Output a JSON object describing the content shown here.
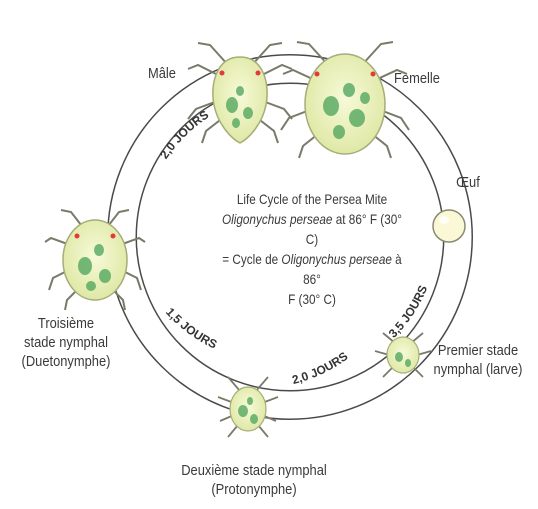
{
  "title": "Life Cycle of the Persea Mite",
  "center": {
    "line2_species": "Oligonychus perseae",
    "line2_rest": " at 86° F (30° C)",
    "line3_start": "= Cycle de ",
    "line3_species": "Oligonychus perseae",
    "line3_rest": " à 86°",
    "line4": "F (30° C)"
  },
  "stages": {
    "male": "Mâle",
    "female": "Femelle",
    "egg": "Œuf",
    "first_nymph_line1": "Premier stade",
    "first_nymph_line2": "nymphal (larve)",
    "second_nymph_line1": "Deuxième stade nymphal",
    "second_nymph_line2": "(Protonymphe)",
    "third_nymph_line1": "Troisième",
    "third_nymph_line2": "stade nymphal",
    "third_nymph_line3": "(Duetonymphe)"
  },
  "durations": {
    "adult": "2,0 JOURS",
    "egg_to_larva": "3,5 JOURS",
    "larva_to_protonymph": "2,0 JOURS",
    "protonymph_to_deutonymph": "1,5 JOURS"
  },
  "colors": {
    "ring": "#ffffff",
    "ring_outline": "#4a4a4a",
    "mite_body": "#f0f4c4",
    "mite_spots": "#4aa35a",
    "egg": "#fbf8d8",
    "eye": "#e23a3a"
  },
  "icons": [
    "mite-male-icon",
    "mite-female-icon",
    "egg-icon",
    "larva-icon",
    "protonymph-icon",
    "deutonymph-icon"
  ]
}
